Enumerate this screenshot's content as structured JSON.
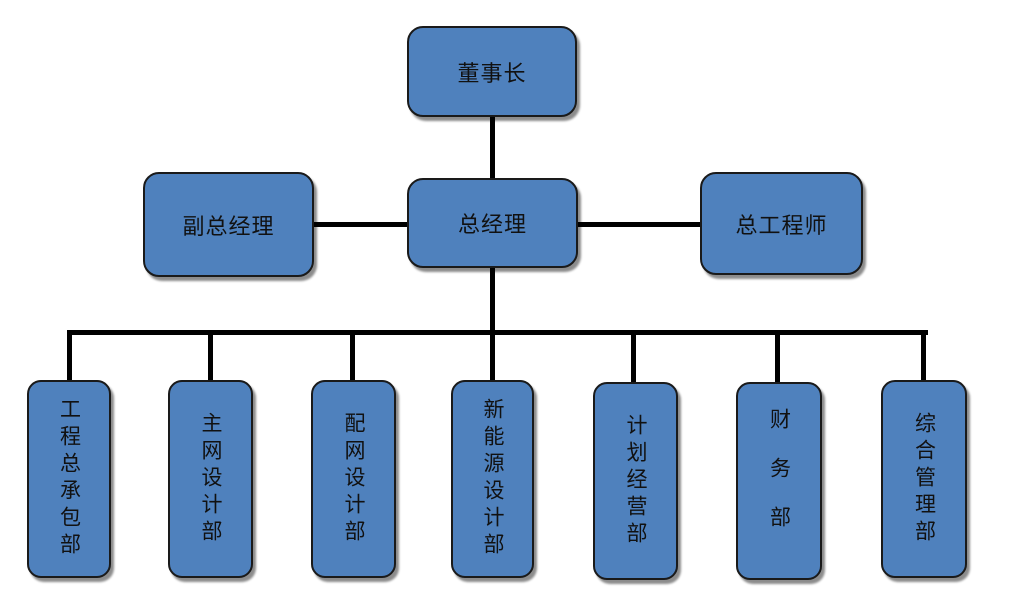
{
  "org_chart": {
    "chairman": "董事长",
    "general_manager": "总经理",
    "deputy_gm": "副总经理",
    "chief_engineer": "总工程师",
    "departments": [
      "工程总承包部",
      "主网设计部",
      "配网设计部",
      "新能源设计部",
      "计划经营部",
      "财务部",
      "综合管理部"
    ]
  },
  "colors": {
    "node_fill": "#4f81bd",
    "node_border": "#1a1a1a",
    "connector": "#000000"
  }
}
